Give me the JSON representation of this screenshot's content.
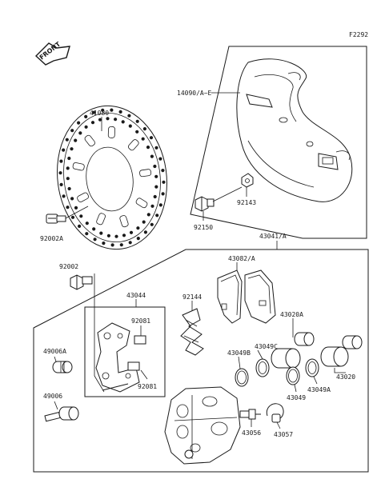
{
  "figure_code": "F2292",
  "front_label": "FRONT",
  "callouts": {
    "p41080": "41080",
    "p92002A": "92002A",
    "p14090": "14090/A~E",
    "p92143": "92143",
    "p92150": "92150",
    "p43041": "43041/A",
    "p92002": "92002",
    "p43044": "43044",
    "p92081a": "92081",
    "p92081b": "92081",
    "p92144": "92144",
    "p43082": "43082/A",
    "p43020A": "43020A",
    "p43049C": "43049C",
    "p43049B": "43049B",
    "p43049": "43049",
    "p43049A": "43049A",
    "p43020": "43020",
    "p49006A": "49006A",
    "p49006": "49006",
    "p43056": "43056",
    "p43057": "43057"
  },
  "colors": {
    "ink": "#1a1a1a",
    "paper": "#ffffff"
  }
}
